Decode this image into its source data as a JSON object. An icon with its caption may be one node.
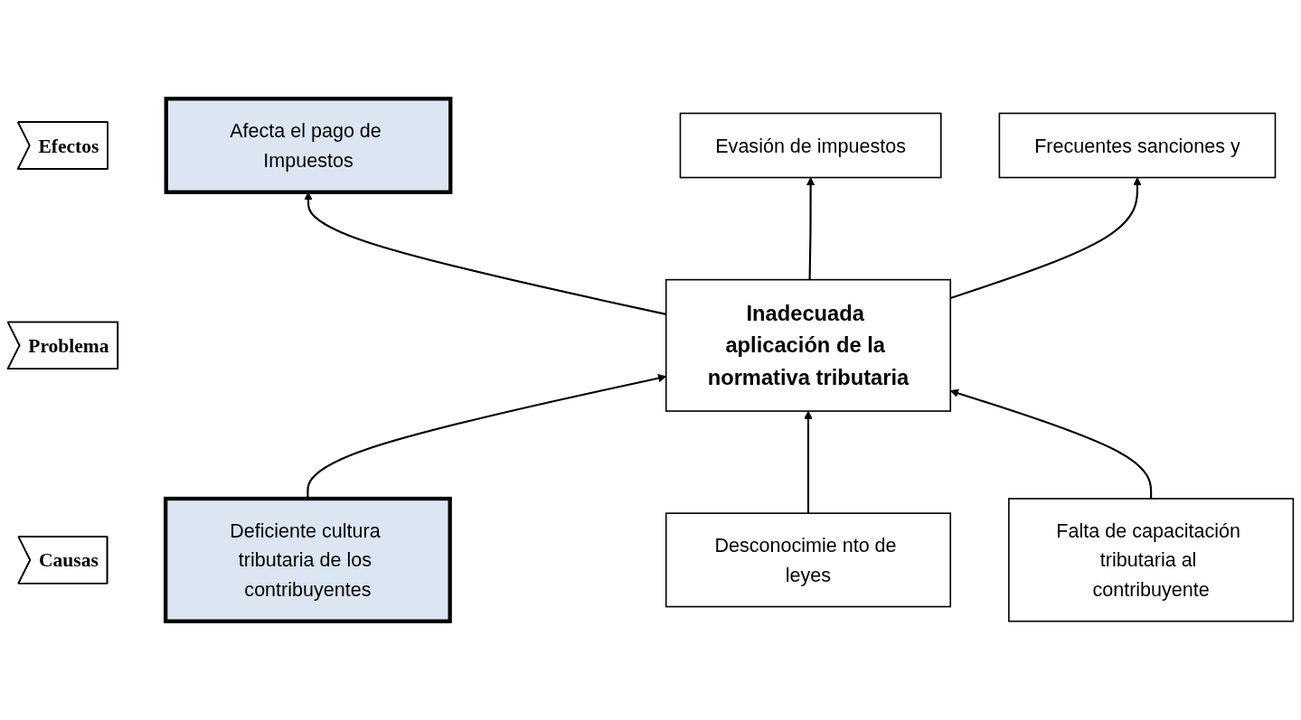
{
  "diagram": {
    "nodes": [
      {
        "text": [
          "Efectos"
        ]
      },
      {
        "text": [
          "Afecta el pago de Impuestos"
        ]
      },
      {
        "text": [
          "Evasión de impuestos"
        ]
      },
      {
        "text": [
          "Frecuentes sanciones y"
        ]
      },
      {
        "text": [
          "Problema"
        ]
      },
      {
        "text": [
          "Inadecuada aplicación de la normativa tributaria"
        ]
      },
      {
        "text": [
          "Causas"
        ]
      },
      {
        "text": [
          "Deficiente cultura tributaria de los contribuyentes"
        ]
      },
      {
        "text": [
          "Desconocimie nto de leyes"
        ]
      },
      {
        "text": [
          "Falta de capacitación tributaria al contribuyente"
        ]
      }
    ],
    "edges": [
      {
        "from": 5,
        "to": 1,
        "arrow": "to"
      },
      {
        "from": 5,
        "to": 2,
        "arrow": "to"
      },
      {
        "from": 5,
        "to": 3,
        "arrow": "to"
      },
      {
        "from": 7,
        "to": 5,
        "arrow": "to"
      },
      {
        "from": 8,
        "to": 5,
        "arrow": "to"
      },
      {
        "from": 9,
        "to": 5,
        "arrow": "to"
      }
    ]
  }
}
